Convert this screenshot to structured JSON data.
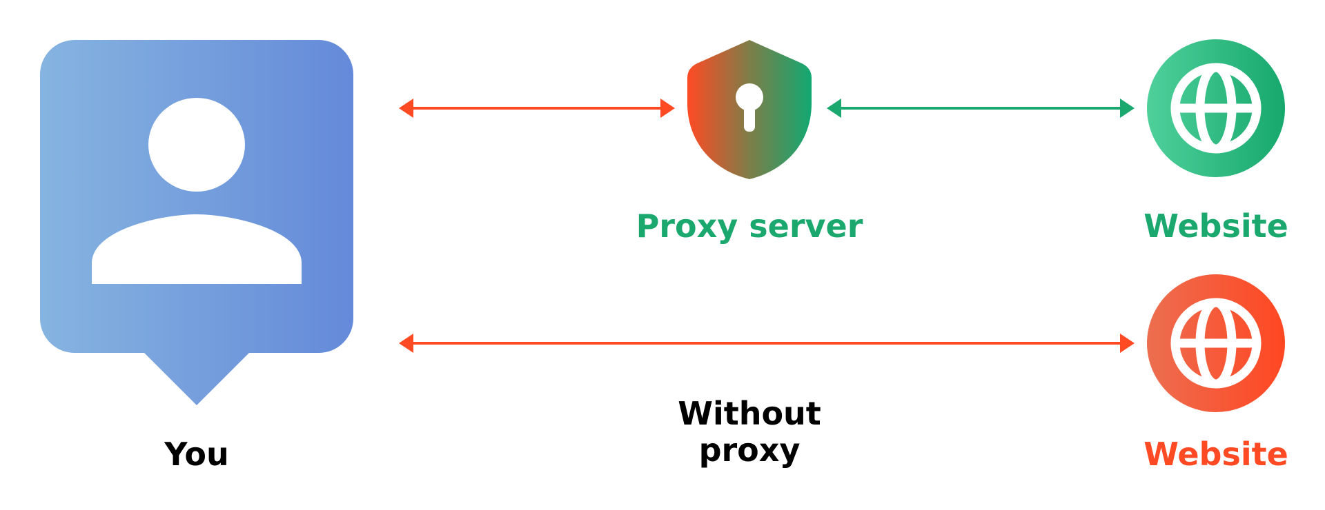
{
  "colors": {
    "red": "#ff4a24",
    "green": "#1aa86f",
    "blue_start": "#86b4e0",
    "blue_end": "#648ad9",
    "black": "#000000"
  },
  "labels": {
    "you": "You",
    "proxy_server": "Proxy server",
    "website_via_proxy": "Website",
    "without_proxy_line1": "Without",
    "without_proxy_line2": "proxy",
    "website_direct": "Website"
  },
  "icons": {
    "user": "user-badge-icon",
    "proxy": "shield-keyhole-icon",
    "website_green": "globe-icon",
    "website_red": "globe-icon"
  }
}
